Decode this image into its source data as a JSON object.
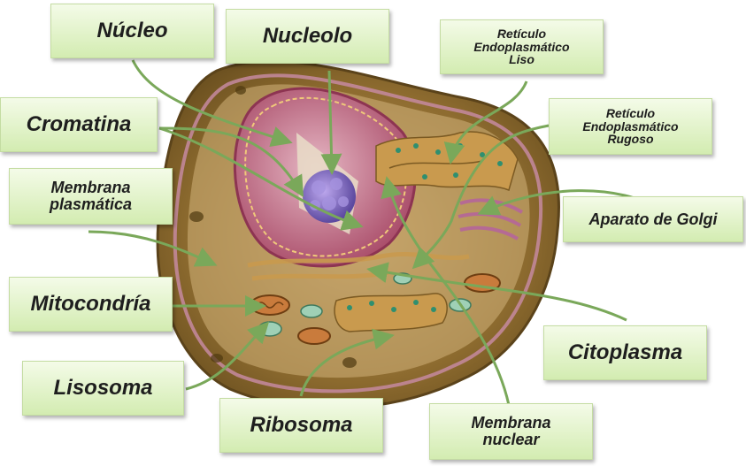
{
  "labels": {
    "nucleo": "Núcleo",
    "nucleolo": "Nucleolo",
    "rel": [
      "Retículo",
      "Endoplasmático",
      "Liso"
    ],
    "rer": [
      "Retículo",
      "Endoplasmático",
      "Rugoso"
    ],
    "cromatina": "Cromatina",
    "membrana_plasmatica": [
      "Membrana",
      "plasmática"
    ],
    "golgi": "Aparato de Golgi",
    "mitocondria": "Mitocondría",
    "citoplasma": "Citoplasma",
    "lisosoma": "Lisosoma",
    "ribosoma": "Ribosoma",
    "membrana_nuclear": [
      "Membrana",
      "nuclear"
    ]
  },
  "colors": {
    "label_top": "#f4fbe8",
    "label_bottom": "#d3ecb1",
    "arrow": "#7aa85a",
    "cytoplasm": "#8a6a2c",
    "membrane": "#c58aa0",
    "nucleus": "#b3536e",
    "nucleolus": "#8b72c8",
    "organelle": "#c99a4e"
  }
}
